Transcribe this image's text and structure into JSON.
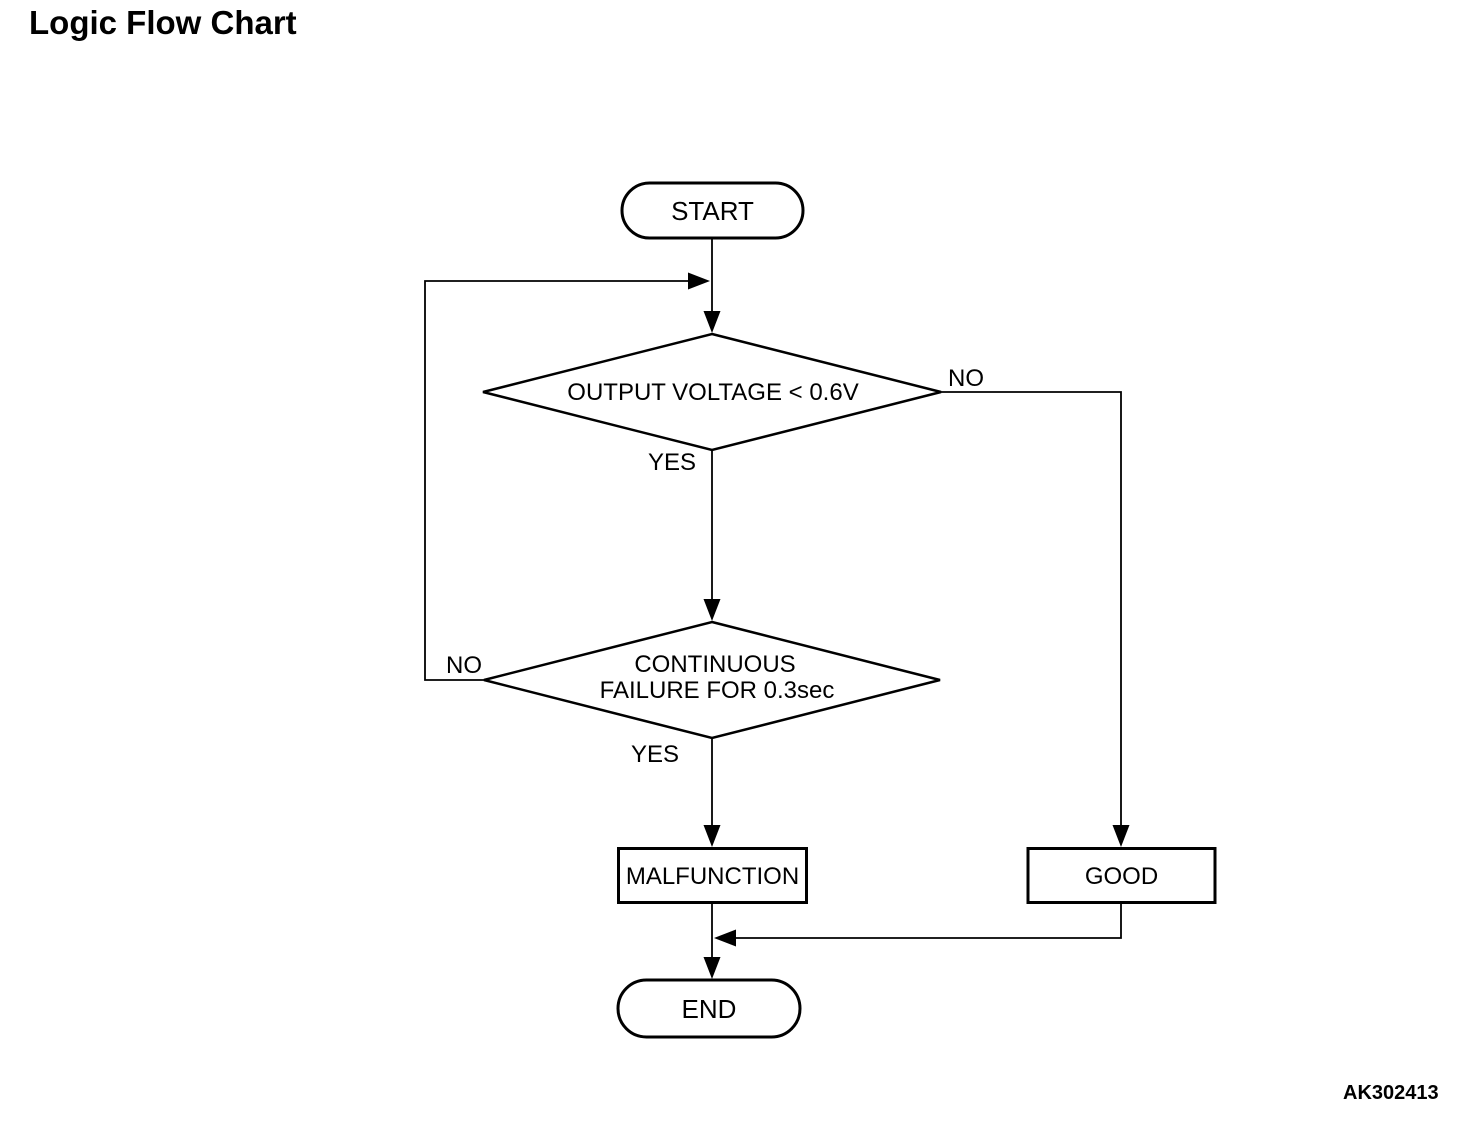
{
  "page": {
    "title": "Logic Flow Chart",
    "figure_code": "AK302413",
    "background_color": "#ffffff",
    "line_color": "#000000"
  },
  "flowchart": {
    "start": {
      "type": "terminal",
      "label": "START"
    },
    "decision_output_voltage": {
      "type": "decision",
      "label": "OUTPUT VOLTAGE < 0.6V"
    },
    "decision_continuous_failure": {
      "type": "decision",
      "label_line1": "CONTINUOUS",
      "label_line2": "FAILURE FOR 0.3sec"
    },
    "malfunction": {
      "type": "process",
      "label": "MALFUNCTION"
    },
    "good": {
      "type": "process",
      "label": "GOOD"
    },
    "end": {
      "type": "terminal",
      "label": "END"
    },
    "edges": {
      "decision1_no": {
        "label": "NO"
      },
      "decision1_yes": {
        "label": "YES"
      },
      "decision2_no": {
        "label": "NO"
      },
      "decision2_yes": {
        "label": "YES"
      }
    }
  }
}
